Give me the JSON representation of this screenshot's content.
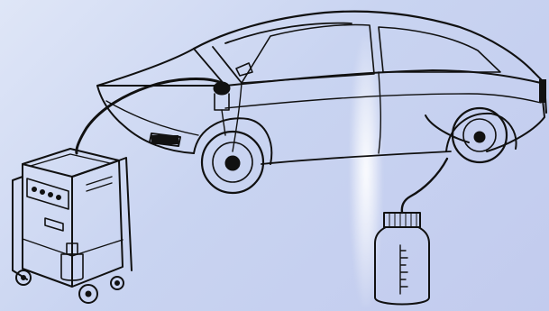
{
  "illustration": {
    "subject": "brake-fluid-exchange-setup",
    "parts": [
      "car",
      "bleeding-machine",
      "supply-hose",
      "bleed-hose",
      "collection-bottle"
    ]
  },
  "colors": {
    "background": "#c9d4f1",
    "ink": "#111111",
    "glow": "#ffffff"
  }
}
